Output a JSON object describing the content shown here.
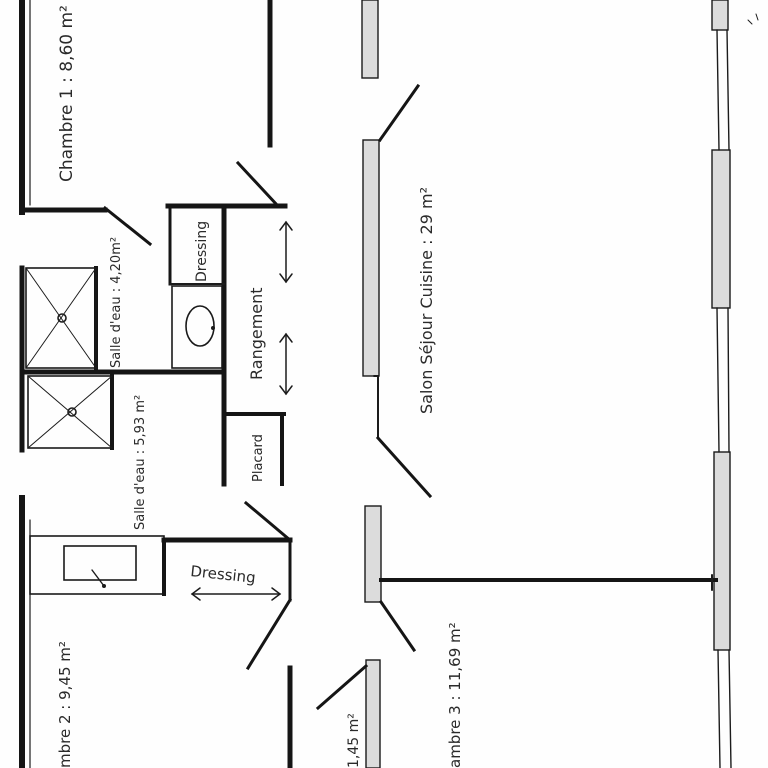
{
  "plan": {
    "rooms": [
      {
        "id": "chambre1",
        "label": "Chambre 1 : 8,60 m²"
      },
      {
        "id": "salle_eau_1",
        "label": "Salle d'eau : 4,20m²"
      },
      {
        "id": "salle_eau_2",
        "label": "Salle d'eau : 5,93 m²"
      },
      {
        "id": "sejour",
        "label": "Salon Séjour Cuisine : 29 m²"
      },
      {
        "id": "chambre2",
        "label": "mbre 2 : 9,45 m²"
      },
      {
        "id": "chambre3",
        "label": "ambre 3 : 11,69 m²"
      },
      {
        "id": "partial",
        "label": "1,45 m²"
      }
    ],
    "storage": [
      {
        "id": "dressing_top",
        "label": "Dressing"
      },
      {
        "id": "rangement",
        "label": "Rangement"
      },
      {
        "id": "placard",
        "label": "Placard"
      },
      {
        "id": "dressing_bottom",
        "label": "Dressing"
      }
    ],
    "colors": {
      "wall": "#151515",
      "window_fill": "#dcdcdc",
      "paper": "#fefefe",
      "ink": "#2a2a2a"
    }
  }
}
